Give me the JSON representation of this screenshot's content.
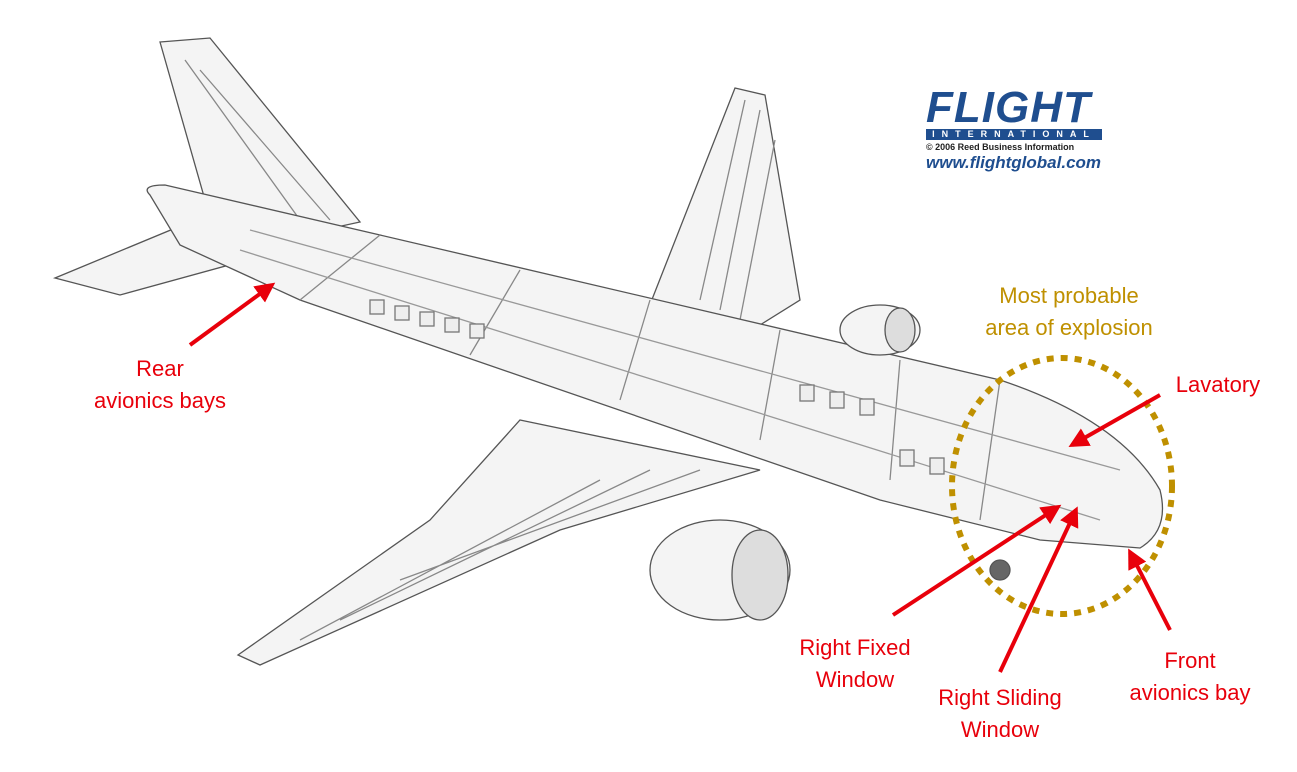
{
  "logo": {
    "title": "FLIGHT",
    "subtitle": "INTERNATIONAL",
    "copyright": "© 2006 Reed Business Information",
    "url": "www.flightglobal.com"
  },
  "annotations": {
    "rear_avionics": [
      "Rear",
      "avionics bays"
    ],
    "explosion_area": [
      "Most probable",
      "area of explosion"
    ],
    "lavatory": "Lavatory",
    "right_fixed_window": [
      "Right Fixed",
      "Window"
    ],
    "right_sliding_window": [
      "Right Sliding",
      "Window"
    ],
    "front_avionics": [
      "Front",
      "avionics bay"
    ]
  },
  "colors": {
    "annotation_red": "#e8000b",
    "highlight_gold": "#bf9000",
    "logo_blue": "#1f4e8f"
  }
}
